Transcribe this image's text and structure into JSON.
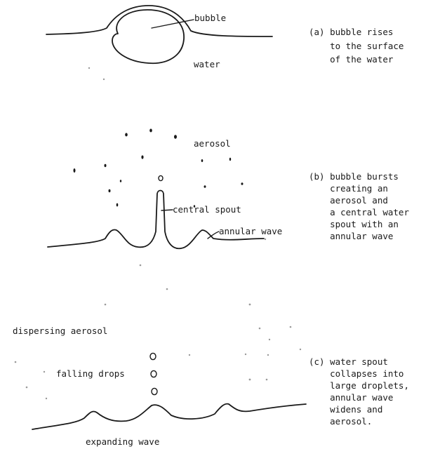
{
  "panels": [
    {
      "caption": [
        "(a) bubble rises",
        "    to the surface",
        "    of the water"
      ],
      "labels": {
        "bubble": "bubble",
        "water": "water"
      }
    },
    {
      "caption": [
        "(b) bubble bursts",
        "    creating an",
        "    aerosol and",
        "    a central water",
        "    spout with an",
        "    annular wave"
      ],
      "labels": {
        "aerosol": "aerosol",
        "spout": "central spout",
        "wave": "annular wave"
      }
    },
    {
      "caption": [
        "(c) water spout",
        "    collapses into",
        "    large droplets,",
        "    annular wave",
        "    widens and",
        "    aerosol."
      ],
      "labels": {
        "dispersing": "dispersing aerosol",
        "drops": "falling drops",
        "expanding": "expanding wave"
      }
    }
  ]
}
